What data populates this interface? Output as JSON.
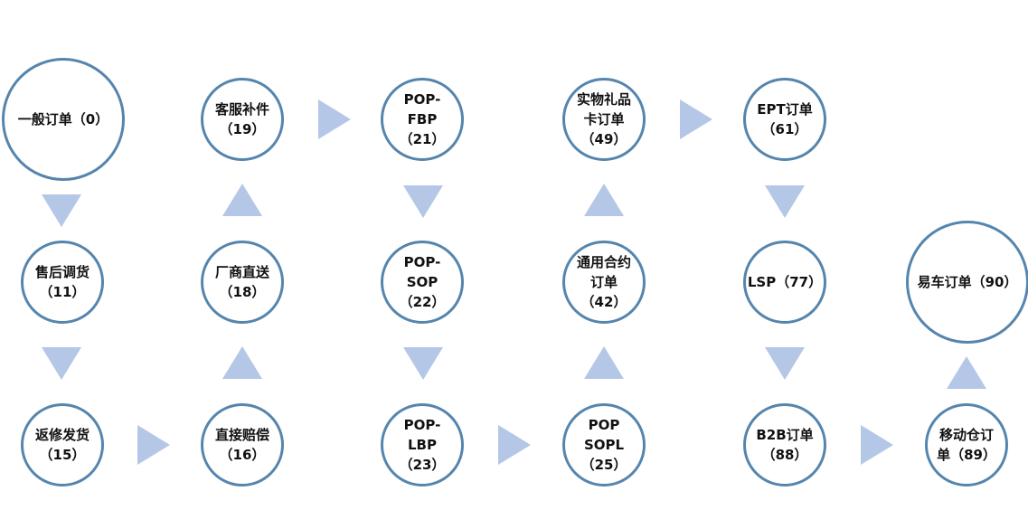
{
  "colors": {
    "node_border": "#5585ad",
    "arrow": "#b4c7e7",
    "text": "#111111"
  },
  "nodes": [
    {
      "id": "n0",
      "label": "一般订单（0）"
    },
    {
      "id": "n11",
      "label": "售后调货\n（11）"
    },
    {
      "id": "n15",
      "label": "返修发货\n（15）"
    },
    {
      "id": "n19",
      "label": "客服补件\n（19）"
    },
    {
      "id": "n18",
      "label": "厂商直送\n（18）"
    },
    {
      "id": "n16",
      "label": "直接赔偿\n（16）"
    },
    {
      "id": "n21",
      "label": "POP-\nFBP\n（21）"
    },
    {
      "id": "n22",
      "label": "POP-\nSOP\n（22）"
    },
    {
      "id": "n23",
      "label": "POP-\nLBP\n（23）"
    },
    {
      "id": "n49",
      "label": "实物礼品\n卡订单\n（49）"
    },
    {
      "id": "n42",
      "label": "通用合约\n订单\n（42）"
    },
    {
      "id": "n25",
      "label": "POP\nSOPL\n（25）"
    },
    {
      "id": "n61",
      "label": "EPT订单\n（61）"
    },
    {
      "id": "n77",
      "label": "LSP（77）"
    },
    {
      "id": "n88",
      "label": "B2B订单\n（88）"
    },
    {
      "id": "n90",
      "label": "易车订单（90）"
    },
    {
      "id": "n89",
      "label": "移动仓订\n单（89）"
    }
  ],
  "arrows": [
    {
      "from": "n0",
      "to": "n11",
      "direction": "down"
    },
    {
      "from": "n11",
      "to": "n15",
      "direction": "down"
    },
    {
      "from": "n15",
      "to": "n16",
      "direction": "right"
    },
    {
      "from": "n16",
      "to": "n18",
      "direction": "up"
    },
    {
      "from": "n18",
      "to": "n19",
      "direction": "up"
    },
    {
      "from": "n19",
      "to": "n21",
      "direction": "right"
    },
    {
      "from": "n21",
      "to": "n22",
      "direction": "down"
    },
    {
      "from": "n22",
      "to": "n23",
      "direction": "down"
    },
    {
      "from": "n23",
      "to": "n25",
      "direction": "right"
    },
    {
      "from": "n25",
      "to": "n42",
      "direction": "up"
    },
    {
      "from": "n42",
      "to": "n49",
      "direction": "up"
    },
    {
      "from": "n49",
      "to": "n61",
      "direction": "right"
    },
    {
      "from": "n61",
      "to": "n77",
      "direction": "down"
    },
    {
      "from": "n77",
      "to": "n88",
      "direction": "down"
    },
    {
      "from": "n88",
      "to": "n89",
      "direction": "right"
    },
    {
      "from": "n89",
      "to": "n90",
      "direction": "up"
    }
  ]
}
